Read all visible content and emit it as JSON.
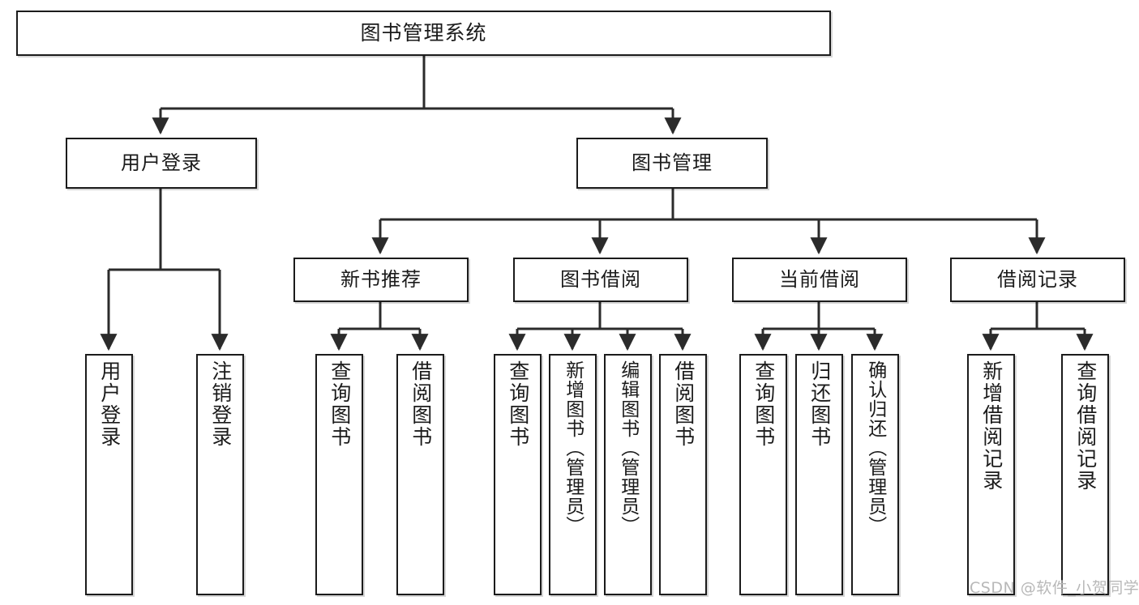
{
  "diagram": {
    "type": "tree-hierarchy",
    "title": "图书管理系统",
    "watermark": "CSDN @软件_小贺同学",
    "colors": {
      "stroke": "#1b1b1b",
      "fill": "#ffffff",
      "background": "#ffffff",
      "watermark": "#b8b8b8"
    },
    "nodes": {
      "root": {
        "label": "图书管理系统"
      },
      "level2": [
        {
          "label": "用户登录"
        },
        {
          "label": "图书管理"
        }
      ],
      "level3": [
        {
          "label": "新书推荐"
        },
        {
          "label": "图书借阅"
        },
        {
          "label": "当前借阅"
        },
        {
          "label": "借阅记录"
        }
      ],
      "leaves": {
        "user_login": [
          {
            "label": "用户登录"
          },
          {
            "label": "注销登录"
          }
        ],
        "new_book": [
          {
            "label": "查询图书"
          },
          {
            "label": "借阅图书"
          }
        ],
        "borrow_book": [
          {
            "label": "查询图书"
          },
          {
            "label": "新增图书（管理员）"
          },
          {
            "label": "编辑图书（管理员）"
          },
          {
            "label": "借阅图书"
          }
        ],
        "current_borrow": [
          {
            "label": "查询图书"
          },
          {
            "label": "归还图书"
          },
          {
            "label": "确认归还（管理员）"
          }
        ],
        "borrow_record": [
          {
            "label": "新增借阅记录"
          },
          {
            "label": "查询借阅记录"
          }
        ]
      }
    }
  }
}
